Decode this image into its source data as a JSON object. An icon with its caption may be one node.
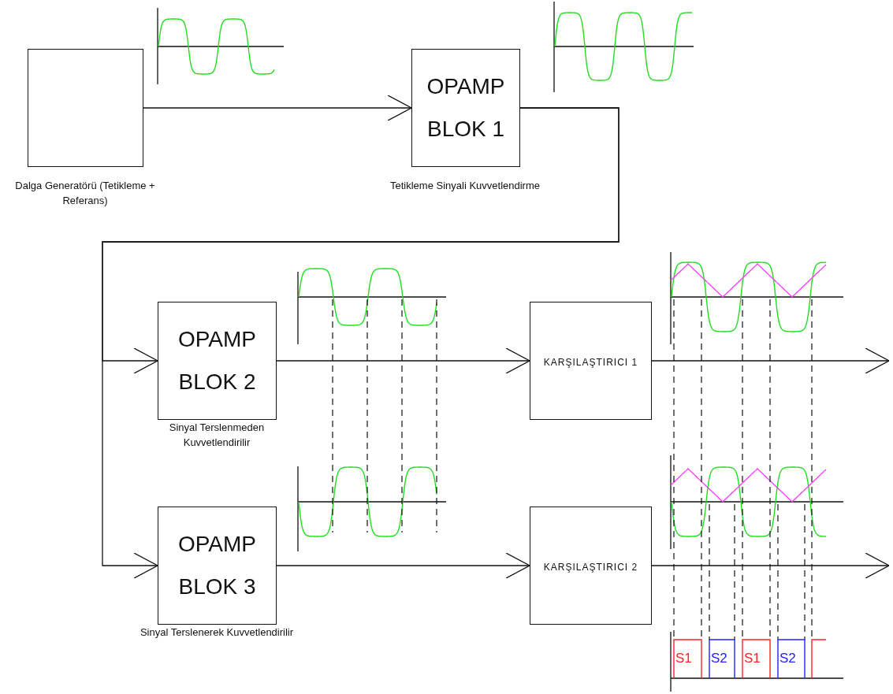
{
  "diagram": {
    "nodes": [
      {
        "text": [],
        "shape": "box",
        "beside": [
          "Dalga Generatörü (Tetikleme + Referans)"
        ]
      },
      {
        "text": [
          "OPAMP BLOK 1"
        ],
        "beside": [
          "Tetikleme Sinyali Kuvvetlendirme"
        ]
      },
      {
        "text": [
          "OPAMP BLOK 2"
        ],
        "beside": [
          "Sinyal Terslenmeden Kuvvetlendirilir"
        ]
      },
      {
        "text": [
          "OPAMP BLOK 3"
        ],
        "beside": [
          "Sinyal Terslenerek Kuvvetlendirilir"
        ]
      },
      {
        "text": [
          "KARŞILAŞTIRICI 1"
        ]
      },
      {
        "text": [
          "KARŞILAŞTIRICI 2"
        ]
      }
    ],
    "edges": [
      {
        "from": 0,
        "to": 1,
        "arrow": "to"
      },
      {
        "from": 1,
        "to": 2,
        "arrow": "to"
      },
      {
        "from": 1,
        "to": 3,
        "arrow": "to"
      },
      {
        "from": 2,
        "to": 4,
        "arrow": "to"
      },
      {
        "from": 3,
        "to": 5,
        "arrow": "to"
      },
      {
        "from": 4,
        "to": null,
        "arrow": "to"
      },
      {
        "from": 5,
        "to": null,
        "arrow": "to"
      }
    ],
    "labels": [
      "S1",
      "S2",
      "S1",
      "S2"
    ]
  }
}
